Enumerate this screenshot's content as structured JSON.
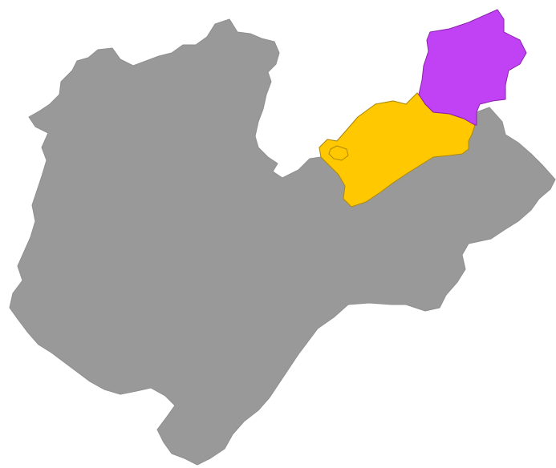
{
  "map": {
    "regions": [
      {
        "id": "main-territory",
        "color": "#999999"
      },
      {
        "id": "highlighted-yellow",
        "color": "#FFC800"
      },
      {
        "id": "highlighted-purple",
        "color": "#C142F5"
      }
    ]
  }
}
